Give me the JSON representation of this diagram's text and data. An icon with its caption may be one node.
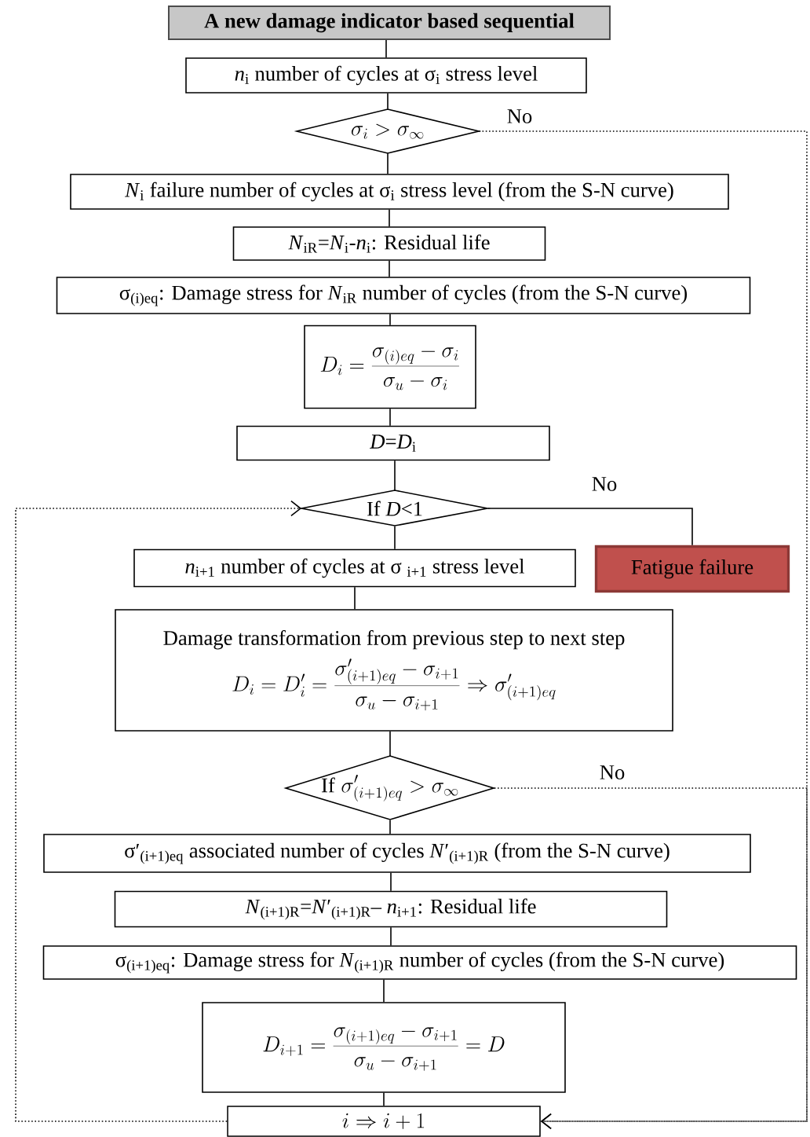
{
  "diagram": {
    "nodes": [
      {
        "text": [
          "A new damage indicator based sequential"
        ]
      },
      {
        "text": [
          "*n*$_{i}$ number of cycles at σ$_{i}$ stress level"
        ]
      },
      {
        "text": [
          "\\sigma_i > \\sigma_\\infty"
        ]
      },
      {
        "text": [
          "*N*$_{i}$ failure number of cycles at σ$_{i}$ stress level (from the S-N curve)"
        ]
      },
      {
        "text": [
          "*N*$_{iR}$=*N*$_{i}$-*n*$_{i}$: Residual life"
        ]
      },
      {
        "text": [
          "σ$_{(i)eq}$: Damage stress for *N*$_{iR}$ number of cycles (from the S-N curve)"
        ]
      },
      {
        "text": [
          "D_i = \\frac{\\sigma_{(i)eq} - \\sigma_i}{\\sigma_u - \\sigma_i}"
        ]
      },
      {
        "text": [
          "*D*=*D*$_{i}$"
        ]
      },
      {
        "text": [
          "If *D*<1"
        ]
      },
      {
        "text": [
          "*n*$_{i+1}$ number of cycles at σ $_{i+1}$ stress level"
        ]
      },
      {
        "text": [
          "Fatigue failure"
        ]
      },
      {
        "text": [
          "Damage transformation from previous step to next step",
          "D_i = D'_i = \\frac{\\sigma'_{(i+1)eq} - \\sigma_{i+1}}{\\sigma_u - \\sigma_{i+1}} \\Rightarrow \\sigma'_{(i+1)eq}"
        ]
      },
      {
        "text": [
          "\\mathrm{If}\\;\\sigma'_{(i+1)eq} > \\sigma_\\infty"
        ]
      },
      {
        "text": [
          "σ′$_{(i+1)eq}$ associated number of cycles *N*′$_{(i+1)R}$ (from the S-N curve)"
        ]
      },
      {
        "text": [
          "*N*$_{(i+1)R}$=*N*′$_{(i+1)R}$– *n*$_{i+1}$: Residual life"
        ]
      },
      {
        "text": [
          "σ$_{(i+1)eq}$: Damage stress for *N*$_{(i+1)R}$ number of cycles (from the S-N curve)"
        ]
      },
      {
        "text": [
          "D_{i+1} = \\frac{\\sigma_{(i+1)eq} - \\sigma_{i+1}}{\\sigma_u - \\sigma_{i+1}} = D"
        ]
      },
      {
        "text": [
          "i \\Rightarrow i+1"
        ]
      }
    ],
    "edges": [
      {
        "from": 0,
        "to": 1,
        "arrow": "none"
      },
      {
        "from": 1,
        "to": 2,
        "arrow": "none"
      },
      {
        "from": 2,
        "to": 3,
        "arrow": "none"
      },
      {
        "from": 3,
        "to": 4,
        "arrow": "none"
      },
      {
        "from": 4,
        "to": 5,
        "arrow": "none"
      },
      {
        "from": 5,
        "to": 6,
        "arrow": "none"
      },
      {
        "from": 6,
        "to": 7,
        "arrow": "none"
      },
      {
        "from": 7,
        "to": 8,
        "arrow": "none"
      },
      {
        "from": 8,
        "to": 9,
        "arrow": "none"
      },
      {
        "from": 8,
        "to": 10,
        "arrow": "none",
        "label": "No"
      },
      {
        "from": 9,
        "to": 11,
        "arrow": "none"
      },
      {
        "from": 11,
        "to": 12,
        "arrow": "none"
      },
      {
        "from": 12,
        "to": 13,
        "arrow": "none"
      },
      {
        "from": 13,
        "to": 14,
        "arrow": "none"
      },
      {
        "from": 14,
        "to": 15,
        "arrow": "none"
      },
      {
        "from": 15,
        "to": 16,
        "arrow": "none"
      },
      {
        "from": 16,
        "to": 17,
        "arrow": "none"
      },
      {
        "from": 2,
        "to": 17,
        "arrow": "to",
        "label": "No",
        "style": "dashed"
      },
      {
        "from": 12,
        "to": 17,
        "arrow": "to",
        "label": "No",
        "style": "dashed"
      },
      {
        "from": 17,
        "to": 8,
        "arrow": "to",
        "style": "dashed"
      }
    ]
  }
}
